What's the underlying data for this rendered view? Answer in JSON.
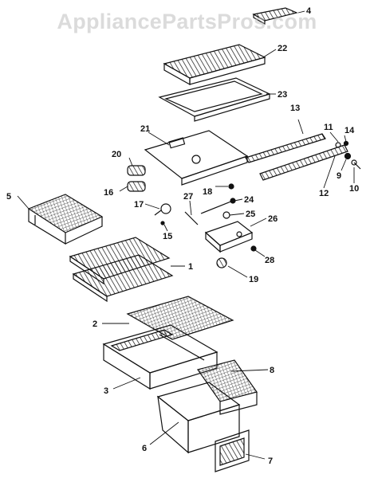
{
  "watermark": "AppliancePartsPros.com",
  "callouts": [
    "4",
    "22",
    "23",
    "13",
    "11",
    "14",
    "21",
    "20",
    "16",
    "18",
    "9",
    "10",
    "12",
    "5",
    "27",
    "24",
    "17",
    "25",
    "15",
    "26",
    "28",
    "1",
    "19",
    "2",
    "8",
    "3",
    "6",
    "7"
  ],
  "colors": {
    "line": "#111111",
    "watermark": "#bebebe",
    "background": "#ffffff"
  }
}
